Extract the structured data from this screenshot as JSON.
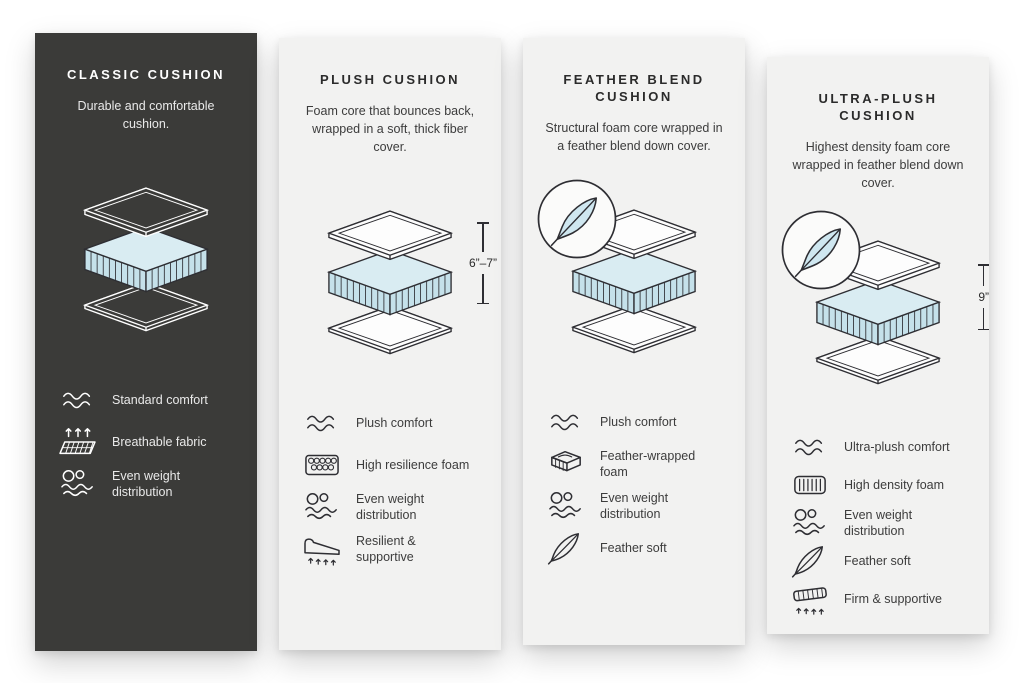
{
  "cards": [
    {
      "title": "CLASSIC CUSHION",
      "description": "Durable and comfortable cushion.",
      "theme": "dark",
      "features": [
        {
          "icon": "wave-icon",
          "label": "Standard comfort"
        },
        {
          "icon": "breathable-fabric-icon",
          "label": "Breathable fabric"
        },
        {
          "icon": "even-weight-icon",
          "label": "Even weight distribution"
        }
      ]
    },
    {
      "title": "PLUSH CUSHION",
      "description": "Foam core that bounces back, wrapped in a soft, thick fiber cover.",
      "theme": "light",
      "measurement": "6”–7”",
      "features": [
        {
          "icon": "wave-icon",
          "label": "Plush comfort"
        },
        {
          "icon": "resilience-foam-icon",
          "label": "High resilience foam"
        },
        {
          "icon": "even-weight-icon",
          "label": "Even weight distribution"
        },
        {
          "icon": "resilient-supportive-icon",
          "label": "Resilient & supportive"
        }
      ]
    },
    {
      "title": "FEATHER BLEND CUSHION",
      "description": "Structural foam core wrapped in a feather blend down cover.",
      "theme": "light",
      "badge_icon": "feather-badge-icon",
      "features": [
        {
          "icon": "wave-icon",
          "label": "Plush comfort"
        },
        {
          "icon": "feather-wrapped-foam-icon",
          "label": "Feather-wrapped foam"
        },
        {
          "icon": "even-weight-icon",
          "label": "Even weight distribution"
        },
        {
          "icon": "feather-icon",
          "label": "Feather soft"
        }
      ]
    },
    {
      "title": "ULTRA-PLUSH CUSHION",
      "description": "Highest density foam core wrapped in feather blend down cover.",
      "theme": "light",
      "badge_icon": "feather-badge-icon",
      "measurement": "9”",
      "features": [
        {
          "icon": "wave-icon",
          "label": "Ultra-plush comfort"
        },
        {
          "icon": "high-density-foam-icon",
          "label": "High density foam"
        },
        {
          "icon": "even-weight-icon",
          "label": "Even weight distribution"
        },
        {
          "icon": "feather-icon",
          "label": "Feather soft"
        },
        {
          "icon": "firm-supportive-icon",
          "label": "Firm & supportive"
        }
      ]
    }
  ],
  "colors": {
    "page_bg": "#ffffff",
    "card_dark_bg": "#3b3b39",
    "card_light_bg": "#f2f2f1",
    "foam_top": "#d9ecf2",
    "foam_side": "#c5e1ea",
    "outline": "#2e2e33"
  }
}
